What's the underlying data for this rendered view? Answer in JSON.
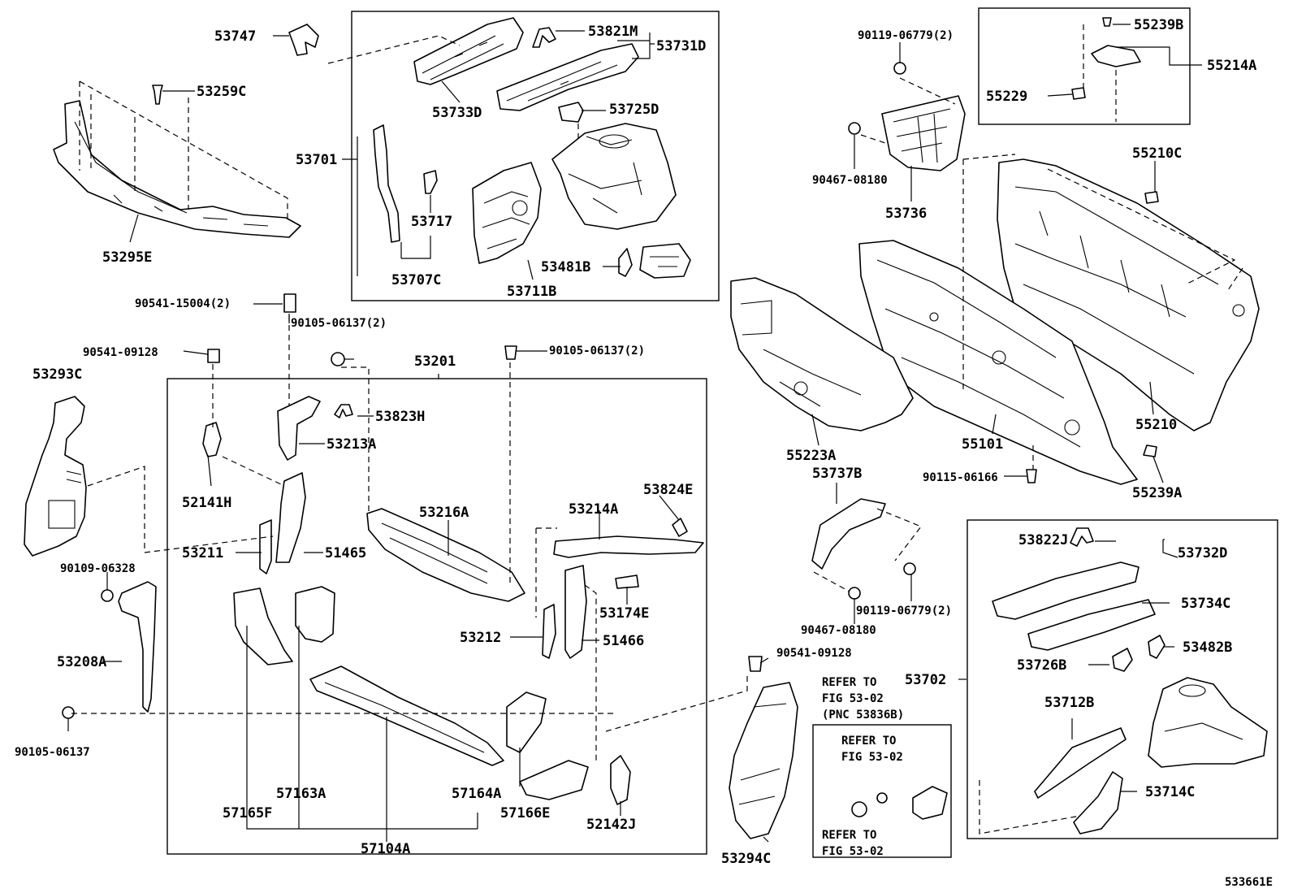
{
  "diagram_id": "533661E",
  "labels": {
    "p53747": "53747",
    "p53259C": "53259C",
    "p53295E": "53295E",
    "p53821M": "53821M",
    "p53731D": "53731D",
    "p53733D": "53733D",
    "p53725D": "53725D",
    "p53701": "53701",
    "p53717": "53717",
    "p53707C": "53707C",
    "p53711B": "53711B",
    "p53481B": "53481B",
    "p90119_06779_2_top": "90119-06779(2)",
    "p90467_08180_top": "90467-08180",
    "p53736": "53736",
    "p55239B": "55239B",
    "p55214A": "55214A",
    "p55229": "55229",
    "p55210C": "55210C",
    "p55210": "55210",
    "p55101": "55101",
    "p55223A": "55223A",
    "p90115_06166": "90115-06166",
    "p55239A": "55239A",
    "p90541_15004_2": "90541-15004(2)",
    "p90105_06137_2_a": "90105-06137(2)",
    "p90105_06137_2_b": "90105-06137(2)",
    "p90541_09128_left": "90541-09128",
    "p53201": "53201",
    "p53293C": "53293C",
    "p53823H": "53823H",
    "p53213A": "53213A",
    "p52141H": "52141H",
    "p53216A": "53216A",
    "p53214A": "53214A",
    "p53824E": "53824E",
    "p53211": "53211",
    "p51465": "51465",
    "p90109_06328": "90109-06328",
    "p53208A": "53208A",
    "p53174E": "53174E",
    "p53212": "53212",
    "p51466": "51466",
    "p90105_06137": "90105-06137",
    "p57163A": "57163A",
    "p57165F": "57165F",
    "p57164A": "57164A",
    "p57166E": "57166E",
    "p52142J": "52142J",
    "p57104A": "57104A",
    "p53737B": "53737B",
    "p90119_06779_2_mid": "90119-06779(2)",
    "p90467_08180_mid": "90467-08180",
    "p90541_09128_mid": "90541-09128",
    "p53294C": "53294C",
    "p53822J": "53822J",
    "p53732D": "53732D",
    "p53734C": "53734C",
    "p53482B": "53482B",
    "p53726B": "53726B",
    "p53702": "53702",
    "p53712B": "53712B",
    "p53714C": "53714C"
  },
  "refer_notes": {
    "n1_l1": "REFER TO",
    "n1_l2": "FIG 53-02",
    "n1_l3": "(PNC 53836B)",
    "n2_l1": "REFER TO",
    "n2_l2": "FIG 53-02",
    "n3_l1": "REFER TO",
    "n3_l2": "FIG 53-02"
  }
}
